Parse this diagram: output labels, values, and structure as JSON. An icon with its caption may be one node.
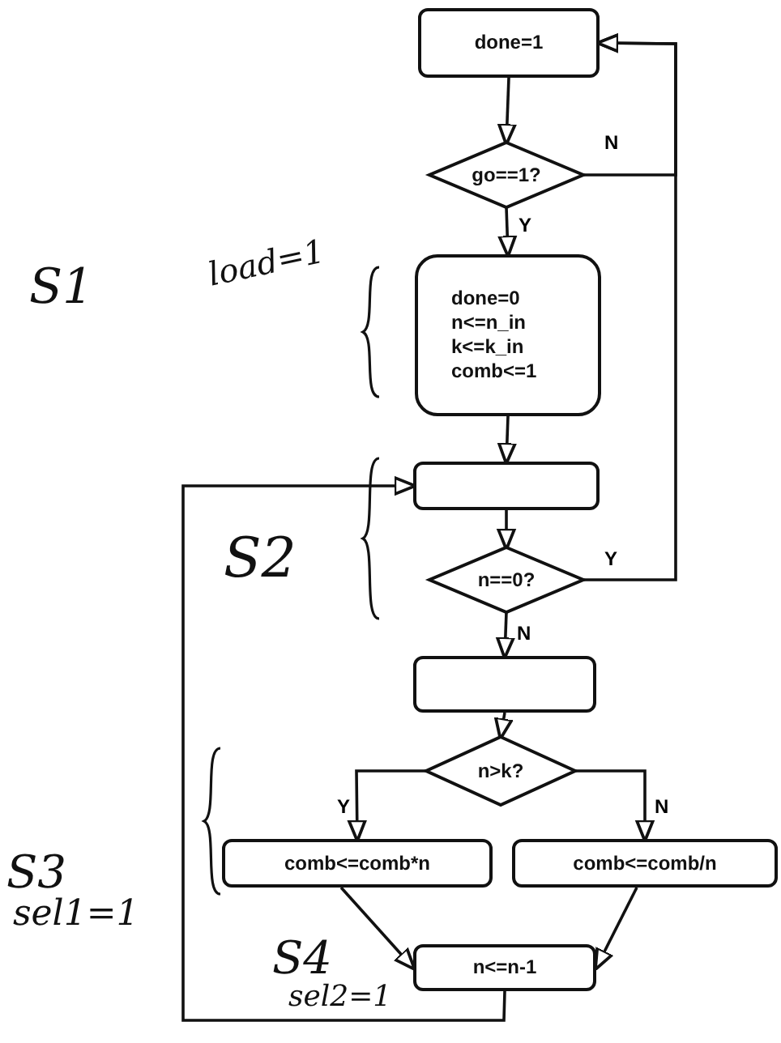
{
  "diagram": {
    "nodes": [
      {
        "text": [
          "done=1"
        ]
      },
      {
        "text": [
          "go==1?"
        ]
      },
      {
        "text": [
          "done=0 n<=n_in k<=k_in comb<=1"
        ]
      },
      {
        "text": [],
        "shape": "box"
      },
      {
        "text": [
          "n==0?"
        ]
      },
      {
        "text": [],
        "shape": "box"
      },
      {
        "text": [
          "n>k?"
        ]
      },
      {
        "text": [
          "comb<=comb*n"
        ]
      },
      {
        "text": [
          "comb<=comb/n"
        ]
      },
      {
        "text": [
          "n<=n-1"
        ]
      }
    ],
    "edges": [
      {
        "from": 0,
        "to": 1,
        "arrow": "to"
      },
      {
        "from": 1,
        "to": 2,
        "arrow": "to",
        "label": "Y"
      },
      {
        "from": 1,
        "to": 0,
        "arrow": "to",
        "label": "N"
      },
      {
        "from": 2,
        "to": 3,
        "arrow": "to"
      },
      {
        "from": 3,
        "to": 4,
        "arrow": "to"
      },
      {
        "from": 4,
        "to": 0,
        "arrow": "to",
        "label": "Y"
      },
      {
        "from": 4,
        "to": 5,
        "arrow": "to",
        "label": "N"
      },
      {
        "from": 5,
        "to": 6,
        "arrow": "to"
      },
      {
        "from": 6,
        "to": 7,
        "arrow": "to",
        "label": "Y"
      },
      {
        "from": 6,
        "to": 8,
        "arrow": "to",
        "label": "N"
      },
      {
        "from": 7,
        "to": 9,
        "arrow": "to"
      },
      {
        "from": 8,
        "to": 9,
        "arrow": "to"
      },
      {
        "from": 9,
        "to": 3,
        "arrow": "to"
      }
    ],
    "labels": [
      "S1",
      "load=1",
      "S2",
      "S3",
      "sel1=1",
      "S4",
      "sel2=1"
    ]
  }
}
